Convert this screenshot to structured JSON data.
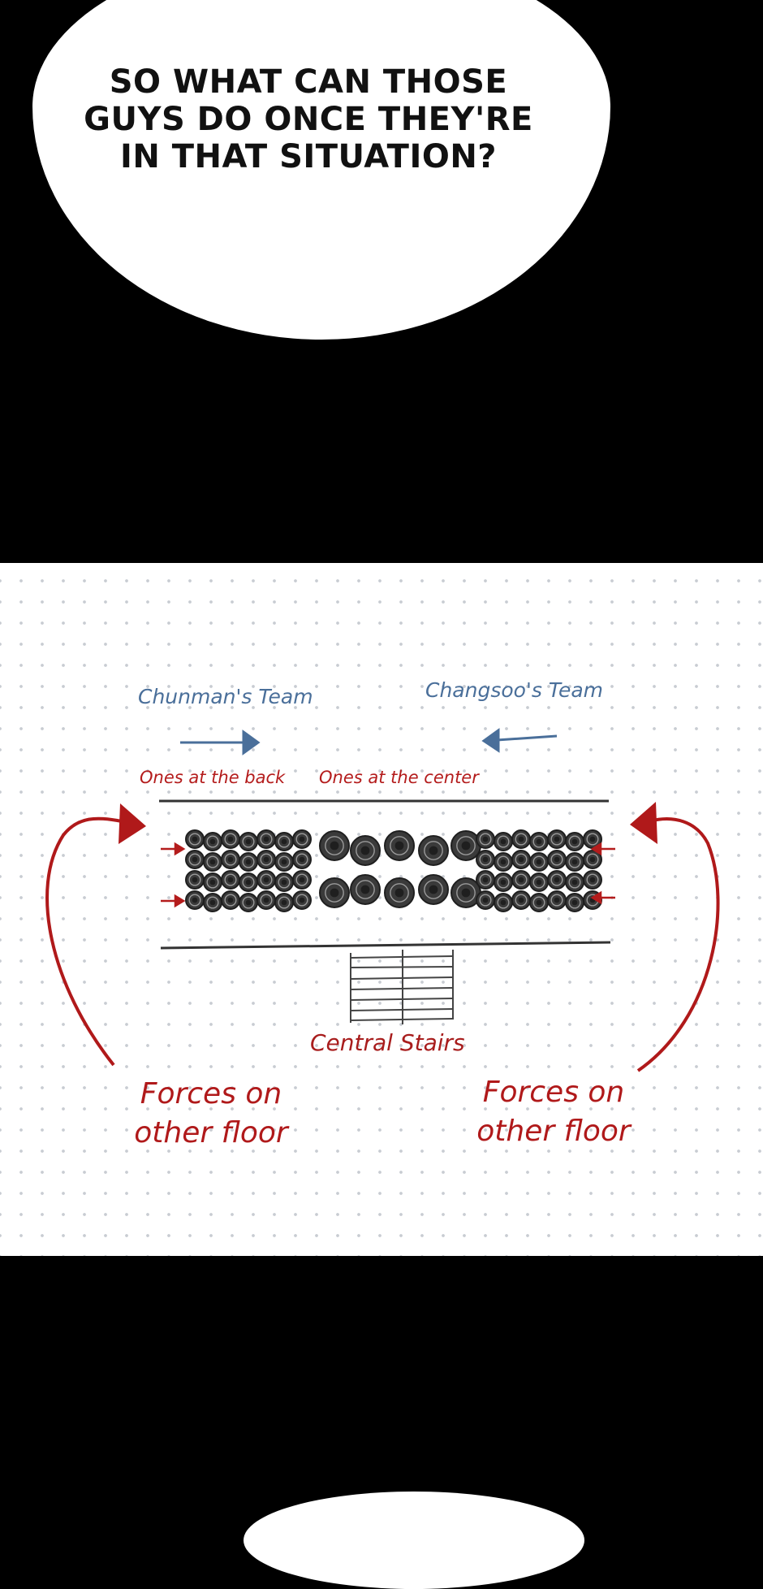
{
  "speech_bubble": {
    "lines": [
      "SO WHAT CAN THOSE",
      "GUYS DO ONCE THEY'RE",
      "IN THAT SITUATION?"
    ]
  },
  "diagram": {
    "team_left": "Chunman's Team",
    "team_right": "Changsoo's Team",
    "ones_back": "Ones at the back",
    "ones_center": "Ones at the center",
    "stairs_label": "Central Stairs",
    "forces_left": [
      "Forces on",
      "other floor"
    ],
    "forces_right": [
      "Forces on",
      "other floor"
    ],
    "colors": {
      "blue": "#4a6f9a",
      "red": "#b0191a",
      "ink": "#1f1f1f"
    }
  }
}
